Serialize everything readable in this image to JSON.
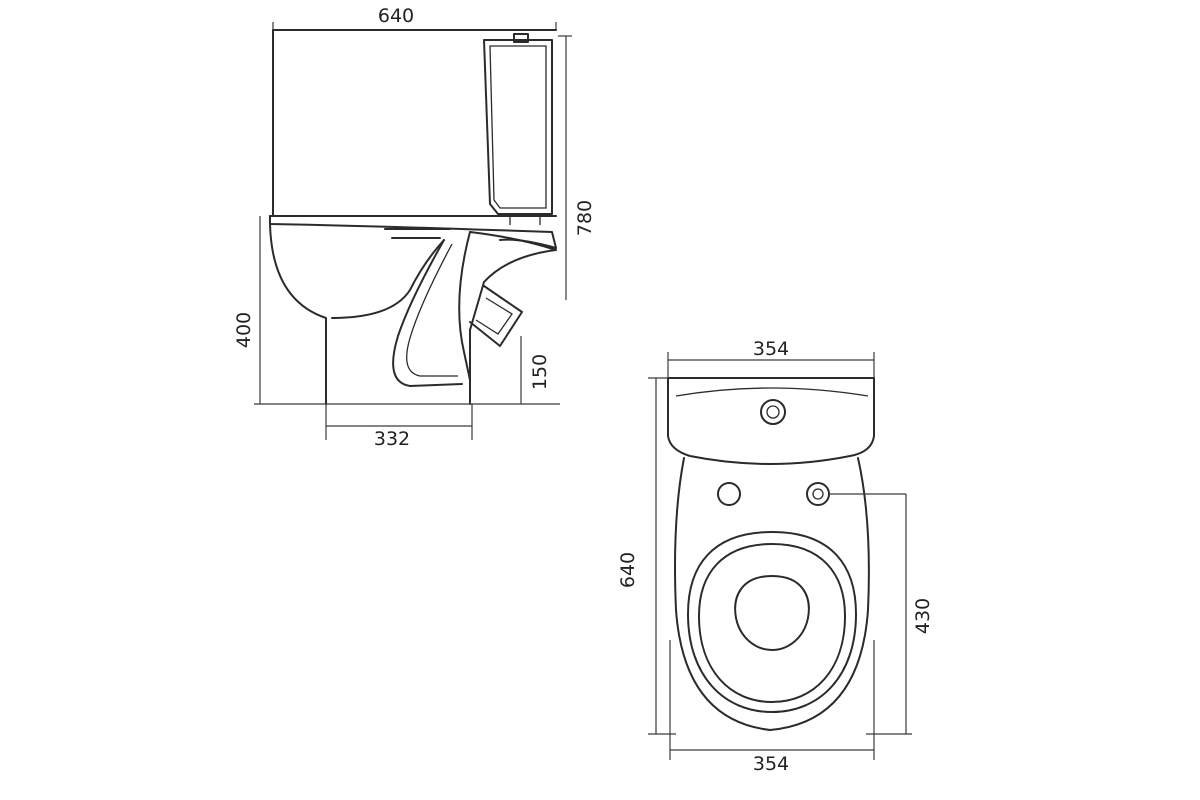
{
  "side_view": {
    "dim_length": "640",
    "dim_total_height": "780",
    "dim_bowl_height": "400",
    "dim_outlet_height": "150",
    "dim_base_width": "332"
  },
  "top_view": {
    "dim_tank_width": "354",
    "dim_depth": "640",
    "dim_hole_to_front": "430",
    "dim_base_width": "354"
  },
  "colors": {
    "line": "#2b2b2b",
    "background": "#ffffff"
  }
}
